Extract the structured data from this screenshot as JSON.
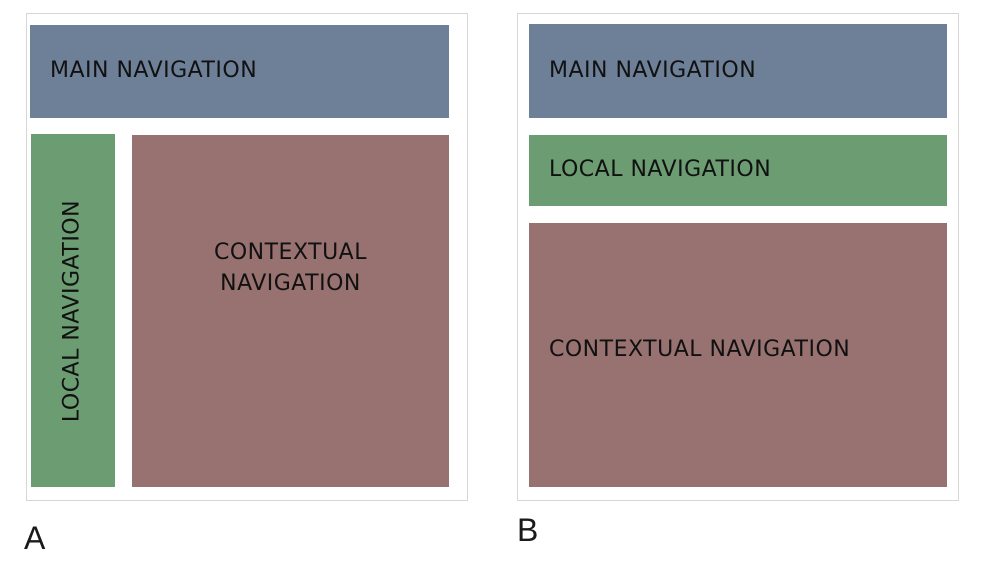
{
  "colors": {
    "main_navigation": "#6e8098",
    "local_navigation": "#6b9c72",
    "contextual_navigation": "#987271",
    "frame_border": "#d6d6d6"
  },
  "layout_a": {
    "caption": "A",
    "main": "MAIN NAVIGATION",
    "local": "LOCAL NAVIGATION",
    "contextual": "CONTEXTUAL NAVIGATION"
  },
  "layout_b": {
    "caption": "B",
    "main": "MAIN NAVIGATION",
    "local": "LOCAL NAVIGATION",
    "contextual": "CONTEXTUAL NAVIGATION"
  }
}
